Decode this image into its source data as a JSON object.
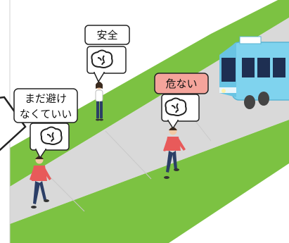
{
  "bubbles": {
    "safe": {
      "label": "安全"
    },
    "danger": {
      "label": "危ない",
      "color": "#f4a49b"
    },
    "not_yet": {
      "line1": "まだ避け",
      "line2": "なくていい"
    }
  },
  "colors": {
    "grass": "#7cc242",
    "road": "#d9d9d9",
    "bus_body": "#7fd3ee",
    "pedestrian_shirt": "#e85a5a",
    "pedestrian_pants": "#2b3e66"
  }
}
